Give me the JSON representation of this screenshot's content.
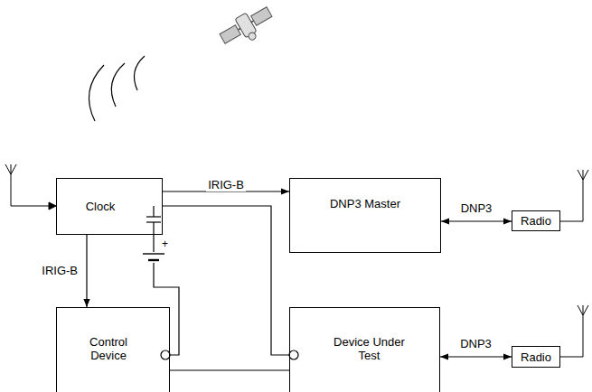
{
  "diagram": {
    "nodes": [
      {
        "text": [
          "Clock"
        ]
      },
      {
        "text": [
          "DNP3 Master"
        ]
      },
      {
        "text": [
          "Radio"
        ]
      },
      {
        "text": [
          "Control Device"
        ]
      },
      {
        "text": [
          "Device Under Test"
        ]
      },
      {
        "text": [
          "Radio"
        ]
      }
    ],
    "edges": [
      {
        "from": 0,
        "to": 1,
        "label": "IRIG-B",
        "arrow": "to"
      },
      {
        "from": 0,
        "to": 3,
        "label": "IRIG-B",
        "arrow": "to"
      },
      {
        "from": 1,
        "to": 2,
        "label": "DNP3",
        "arrow": "both"
      },
      {
        "from": 4,
        "to": 5,
        "label": "DNP3",
        "arrow": "both"
      },
      {
        "from": 0,
        "to": 4,
        "arrow": "none"
      },
      {
        "from": 0,
        "to": 3,
        "arrow": "none"
      },
      {
        "from": 3,
        "to": 4,
        "arrow": "none"
      }
    ],
    "labels": [
      "+"
    ]
  }
}
